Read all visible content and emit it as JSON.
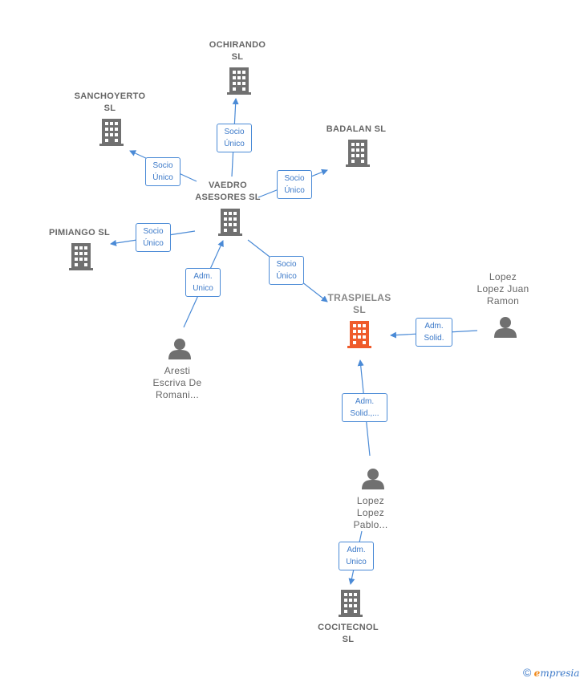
{
  "colors": {
    "edge": "#4a8ad6",
    "company_icon": "#707070",
    "focus_icon": "#ef5b2b",
    "person_icon": "#707070"
  },
  "nodes": {
    "ochirando": {
      "label": "OCHIRANDO\nSL",
      "type": "company"
    },
    "sanchoyerto": {
      "label": "SANCHOYERTO\nSL",
      "type": "company"
    },
    "badalan": {
      "label": "BADALAN  SL",
      "type": "company"
    },
    "vaedro": {
      "label": "VAEDRO\nASESORES  SL",
      "type": "company"
    },
    "pimiango": {
      "label": "PIMIANGO  SL",
      "type": "company"
    },
    "traspielas": {
      "label": "TRASPIELAS\nSL",
      "type": "focus-company"
    },
    "lopez_juan": {
      "label": "Lopez\nLopez Juan\nRamon",
      "type": "person"
    },
    "aresti": {
      "label": "Aresti\nEscriva De\nRomani...",
      "type": "person"
    },
    "lopez_pablo": {
      "label": "Lopez\nLopez\nPablo...",
      "type": "person"
    },
    "cocitecnol": {
      "label": "COCITECNOL\nSL",
      "type": "company"
    }
  },
  "edges": [
    {
      "id": "vaedro-ochirando",
      "label": "Socio\nÚnico"
    },
    {
      "id": "vaedro-sanchoyerto",
      "label": "Socio\nÚnico"
    },
    {
      "id": "vaedro-badalan",
      "label": "Socio\nÚnico"
    },
    {
      "id": "vaedro-pimiango",
      "label": "Socio\nÚnico"
    },
    {
      "id": "aresti-vaedro",
      "label": "Adm.\nUnico"
    },
    {
      "id": "vaedro-traspielas",
      "label": "Socio\nÚnico"
    },
    {
      "id": "lopezjuan-traspielas",
      "label": "Adm.\nSolid."
    },
    {
      "id": "lopezpablo-traspielas",
      "label": "Adm.\nSolid.,..."
    },
    {
      "id": "lopezpablo-cocitecnol",
      "label": "Adm.\nUnico"
    }
  ],
  "brand": {
    "copyright": "©",
    "e": "e",
    "rest": "mpresia"
  }
}
